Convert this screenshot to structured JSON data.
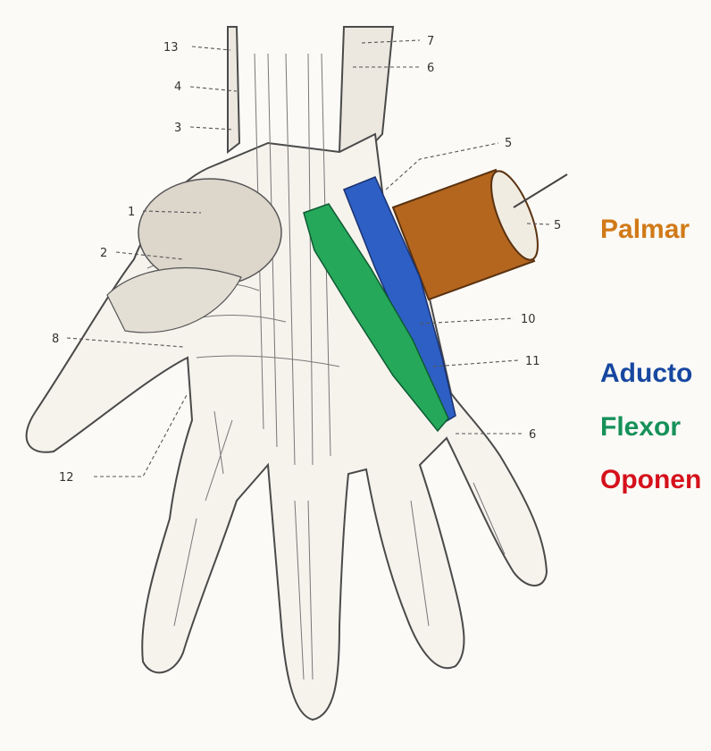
{
  "labels": {
    "l13": "13",
    "l4": "4",
    "l3": "3",
    "l1": "1",
    "l2": "2",
    "l8": "8",
    "l12": "12",
    "l7": "7",
    "l6a": "6",
    "l5a": "5",
    "l5b": "5",
    "l10": "10",
    "l11": "11",
    "l6b": "6"
  },
  "legend": {
    "palmar": "Palmar",
    "aductor": "Aducto",
    "flexor": "Flexor",
    "oponente": "Oponen"
  },
  "colors": {
    "palmar": "#d17a17",
    "aductor": "#1747a0",
    "flexor": "#16915a",
    "oponente": "#d5111c",
    "muscle_orange": "#b4661f",
    "muscle_blue": "#2e5fc4",
    "muscle_green": "#25a85a"
  }
}
